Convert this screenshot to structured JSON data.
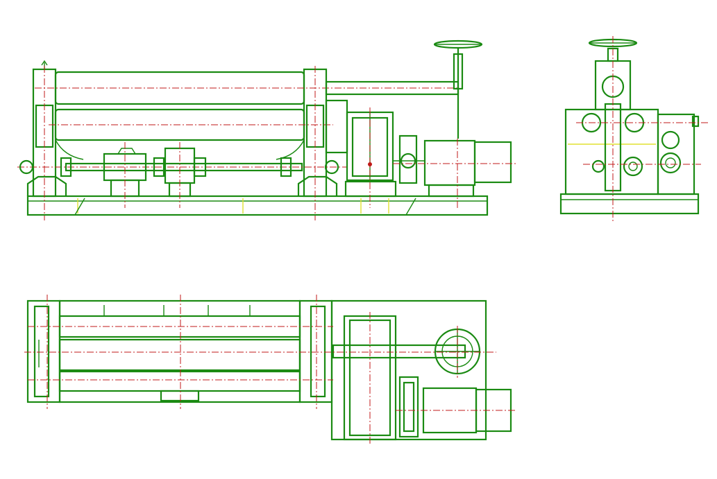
{
  "drawing": {
    "views": [
      {
        "id": "front-view"
      },
      {
        "id": "side-view"
      },
      {
        "id": "top-view"
      }
    ],
    "colors": {
      "line": "#1a8a12",
      "centerline": "#c01818",
      "hidden": "#e0e030",
      "background": "#ffffff"
    }
  }
}
